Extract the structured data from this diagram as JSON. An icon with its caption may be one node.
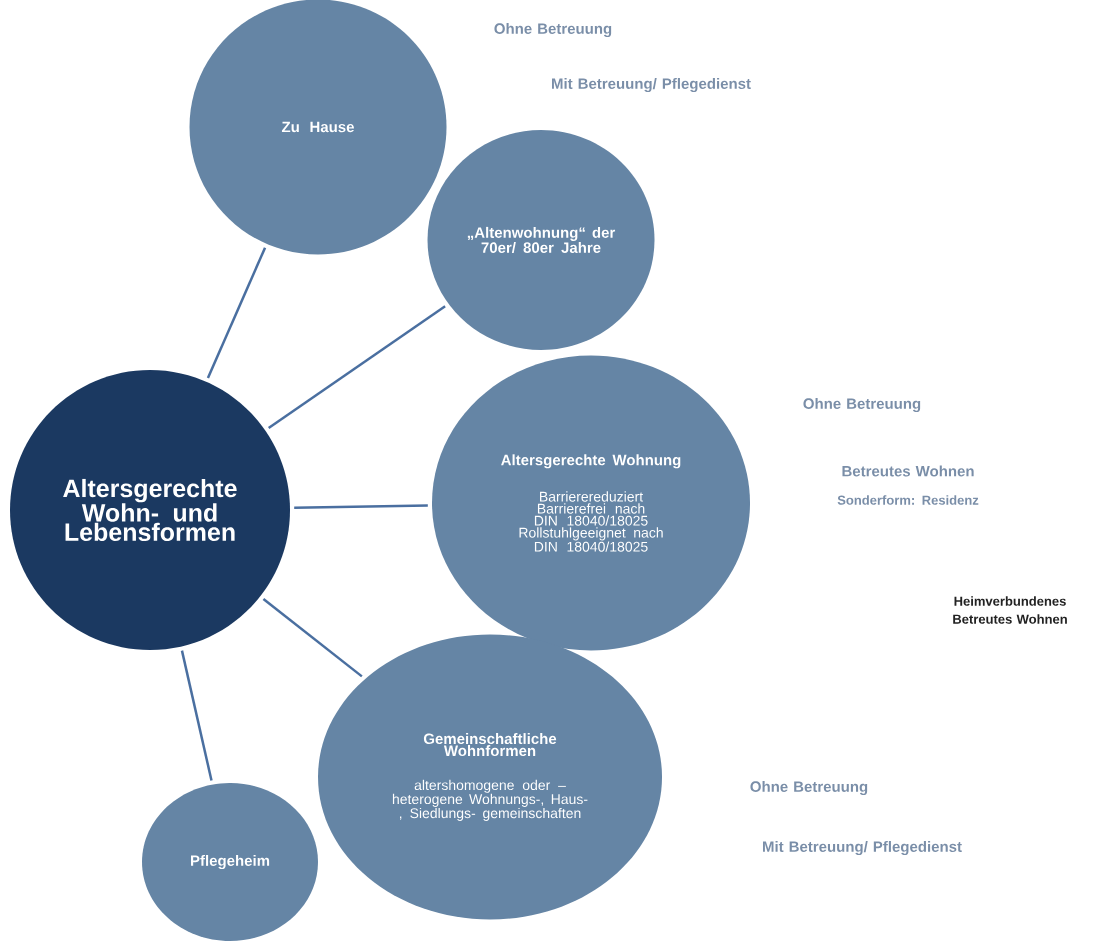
{
  "diagram": {
    "nodes": [
      {
        "text": [
          "Altersgerechte Wohn- und Lebensformen"
        ]
      },
      {
        "text": [
          "Zu Hause"
        ]
      },
      {
        "text": [
          "„Altenwohnung“ der 70er/ 80er Jahre"
        ]
      },
      {
        "text": [
          "Altersgerechte Wohnung",
          "Barrierereduziert",
          "Barrierefrei nach DIN 18040/18025",
          "Rollstuhlgeeignet nach DIN 18040/18025"
        ]
      },
      {
        "text": [
          "Gemeinschaftliche Wohnformen",
          "altershomogene oder – heterogene Wohnungs-, Haus-, Siedlungs- gemeinschaften"
        ]
      },
      {
        "text": [
          "Pflegeheim"
        ]
      }
    ],
    "edges": [
      {
        "from": 0,
        "to": 1,
        "arrow": "none"
      },
      {
        "from": 0,
        "to": 2,
        "arrow": "none"
      },
      {
        "from": 0,
        "to": 3,
        "arrow": "none"
      },
      {
        "from": 0,
        "to": 4,
        "arrow": "none"
      },
      {
        "from": 0,
        "to": 5,
        "arrow": "none"
      }
    ],
    "labels": [
      "Ohne Betreuung",
      "Mit Betreuung/ Pflegedienst",
      "Ohne Betreuung",
      "Betreutes Wohnen",
      "Sonderform: Residenz",
      "Heimverbundenes Betreutes Wohnen",
      "Ohne Betreuung",
      "Mit Betreuung/ Pflegedienst"
    ]
  }
}
